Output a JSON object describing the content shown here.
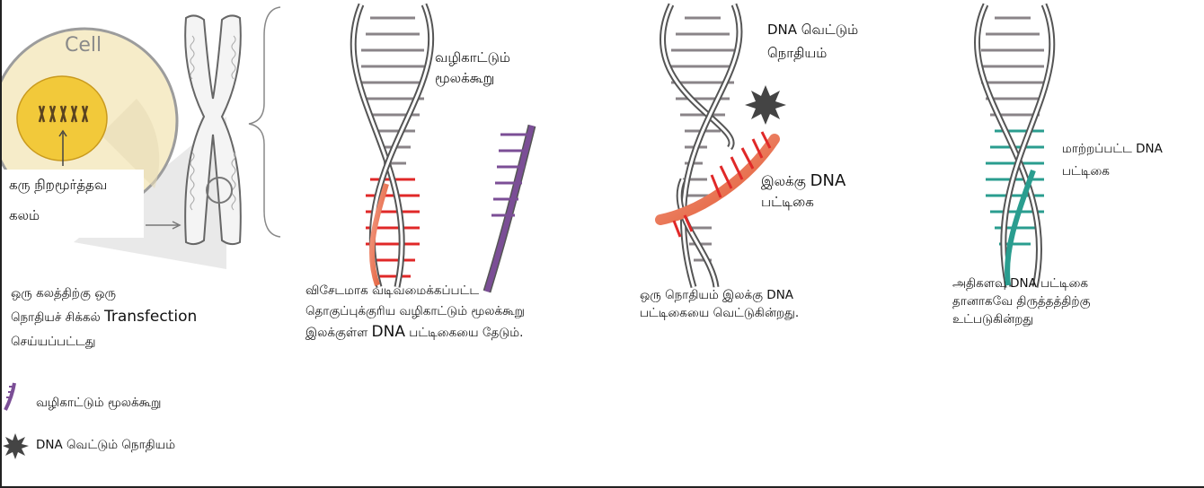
{
  "cell_label": "Cell",
  "panels": [
    {
      "nucleus_label_1": "கரு நிறமூர்த்தவ",
      "nucleus_label_2": "கலம்",
      "caption_1": "ஒரு கலத்திற்கு ஒரு",
      "caption_2a": "நொதியச் சிக்கல் ",
      "caption_2b": "Transfection",
      "caption_3": "செய்யப்பட்டது"
    },
    {
      "label_1": "வழிகாட்டும்",
      "label_2": "மூலக்கூறு",
      "caption_1": "விசேடமாக வடிவமைக்கப்பட்ட",
      "caption_2": "தொகுப்புக்குரிய வழிகாட்டும் மூலக்கூறு",
      "caption_3a": "இலக்குள்ள ",
      "caption_3b": "DNA",
      "caption_3c": " பட்டிகையை தேடும்."
    },
    {
      "label_top_1": "DNA வெட்டும்",
      "label_top_2": "நொதியம்",
      "label_bottom_1a": "இலக்கு ",
      "label_bottom_1b": "DNA",
      "label_bottom_2": "பட்டிகை",
      "caption_1": "ஒரு நொதியம் இலக்கு DNA",
      "caption_2": "பட்டிகையை வெட்டுகின்றது."
    },
    {
      "label_1": "மாற்றப்பட்ட DNA",
      "label_2": "பட்டிகை",
      "caption_1": "அதிகளவு DNA பட்டிகை",
      "caption_2": "தானாகவே திருத்தத்திற்கு",
      "caption_3": "உட்படுகின்றது"
    }
  ],
  "legend": [
    {
      "icon": "guide-molecule-icon",
      "label": "வழிகாட்டும் மூலக்கூறு"
    },
    {
      "icon": "enzyme-star-icon",
      "label": "DNA வெட்டும் நொதியம்"
    }
  ],
  "colors": {
    "dna_strand": "#555555",
    "rung_grey": "#8a8488",
    "target_red": "#e02828",
    "guide_purple": "#7b4e96",
    "edited_teal": "#2a9d8f",
    "cell_fill": "#f6ecc9",
    "nucleus_fill": "#f2c93a",
    "enzyme": "#444444"
  }
}
